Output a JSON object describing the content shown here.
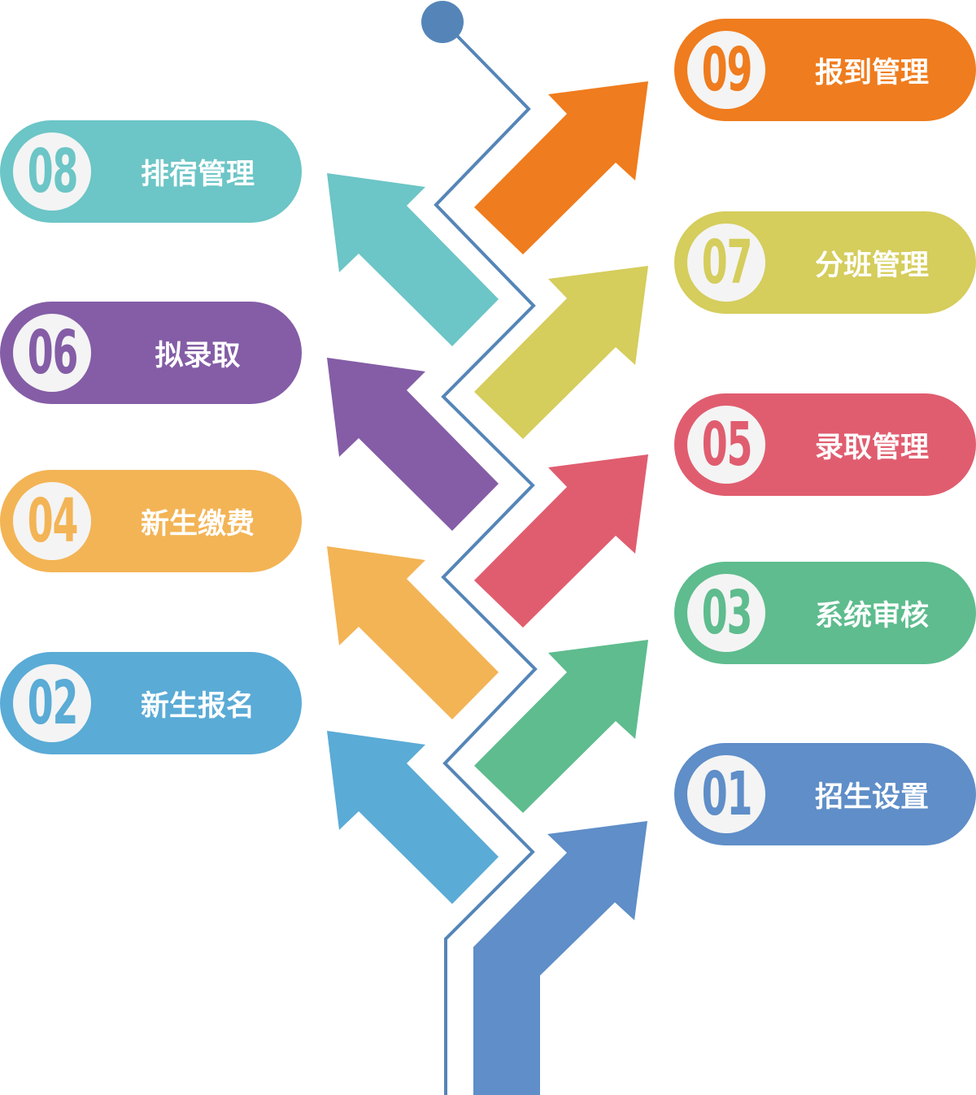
{
  "steps": [
    {
      "num": "01",
      "label": "招生设置",
      "color": "#5f8ec8",
      "side": "right"
    },
    {
      "num": "02",
      "label": "新生报名",
      "color": "#5aabd6",
      "side": "left"
    },
    {
      "num": "03",
      "label": "系统审核",
      "color": "#5ebc8e",
      "side": "right"
    },
    {
      "num": "04",
      "label": "新生缴费",
      "color": "#f3b455",
      "side": "left"
    },
    {
      "num": "05",
      "label": "录取管理",
      "color": "#e05d6f",
      "side": "right"
    },
    {
      "num": "06",
      "label": "拟录取",
      "color": "#845da6",
      "side": "left"
    },
    {
      "num": "07",
      "label": "分班管理",
      "color": "#d5cd5c",
      "side": "right"
    },
    {
      "num": "08",
      "label": "排宿管理",
      "color": "#6cc5c6",
      "side": "left"
    },
    {
      "num": "09",
      "label": "报到管理",
      "color": "#ef7c1e",
      "side": "right"
    }
  ],
  "line_color": "#5585b8"
}
